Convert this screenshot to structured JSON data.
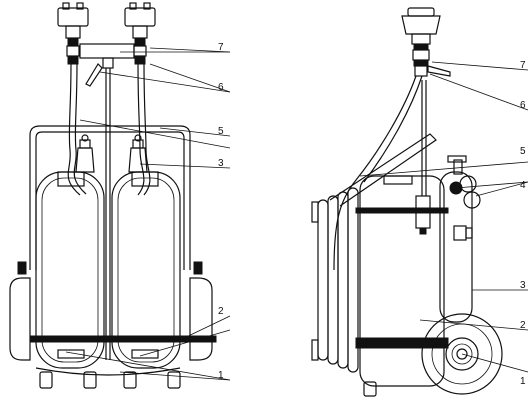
{
  "figures": [
    {
      "id": "front-view",
      "labels": [
        "7",
        "6",
        "5",
        "3",
        "2",
        "1"
      ]
    },
    {
      "id": "side-view",
      "labels": [
        "7",
        "6",
        "5",
        "4",
        "3",
        "2",
        "1"
      ]
    }
  ]
}
